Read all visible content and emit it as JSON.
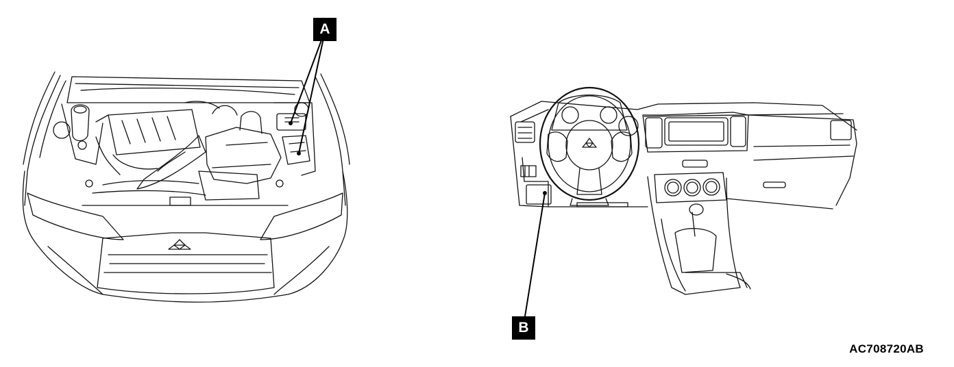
{
  "callouts": {
    "a": "A",
    "b": "B"
  },
  "figure_id": "AC708720AB",
  "drawings": {
    "left": "engine-compartment",
    "right": "dashboard-interior"
  },
  "colors": {
    "line": "#111111",
    "label_bg": "#000000",
    "label_text": "#ffffff"
  }
}
